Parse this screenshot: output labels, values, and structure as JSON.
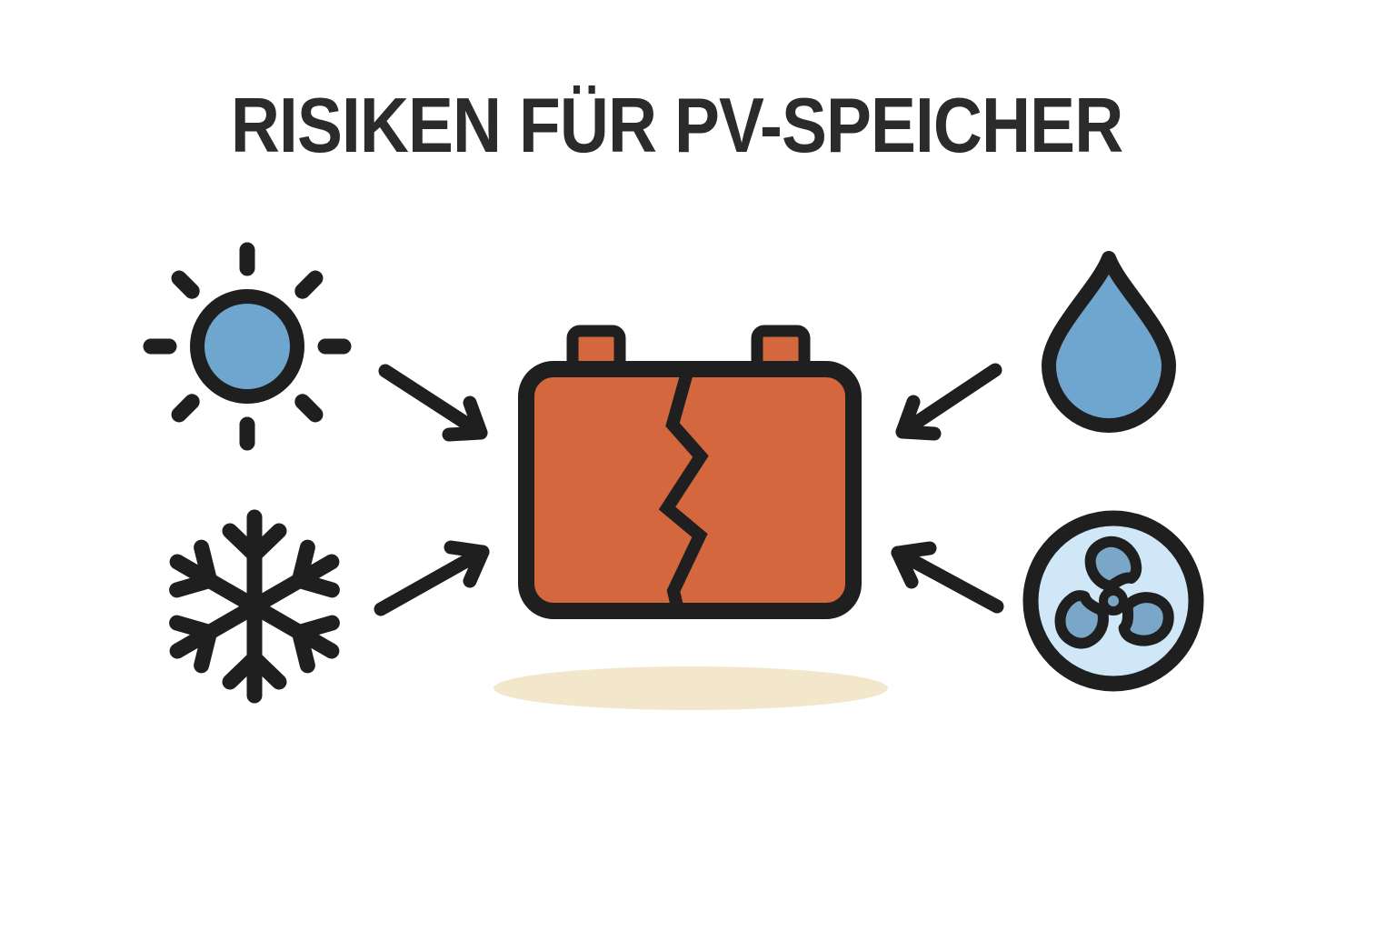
{
  "page": {
    "title": "RISIKEN FÜR PV-SPEICHER",
    "background": "#ffffff"
  },
  "colors": {
    "ink": "#1f1f1f",
    "title": "#2b2b2b",
    "blue": "#6fa6cf",
    "light-blue": "#cfe7f6",
    "blade-blue": "#7aa7c8",
    "orange": "#d4673e",
    "shadow": "#f2e7ca",
    "bg": "#ffffff"
  },
  "icons": [
    {
      "name": "sun-icon",
      "fill": "#6fa6cf"
    },
    {
      "name": "snowflake-icon",
      "fill": "#1f1f1f"
    },
    {
      "name": "water-drop-icon",
      "fill": "#6fa6cf"
    },
    {
      "name": "fan-icon",
      "fill": "#cfe7f6"
    },
    {
      "name": "cracked-battery-icon",
      "fill": "#d4673e"
    },
    {
      "name": "arrow-sun-to-battery"
    },
    {
      "name": "arrow-snowflake-to-battery"
    },
    {
      "name": "arrow-drop-to-battery"
    },
    {
      "name": "arrow-fan-to-battery"
    },
    {
      "name": "ground-shadow",
      "fill": "#f2e7ca"
    }
  ]
}
